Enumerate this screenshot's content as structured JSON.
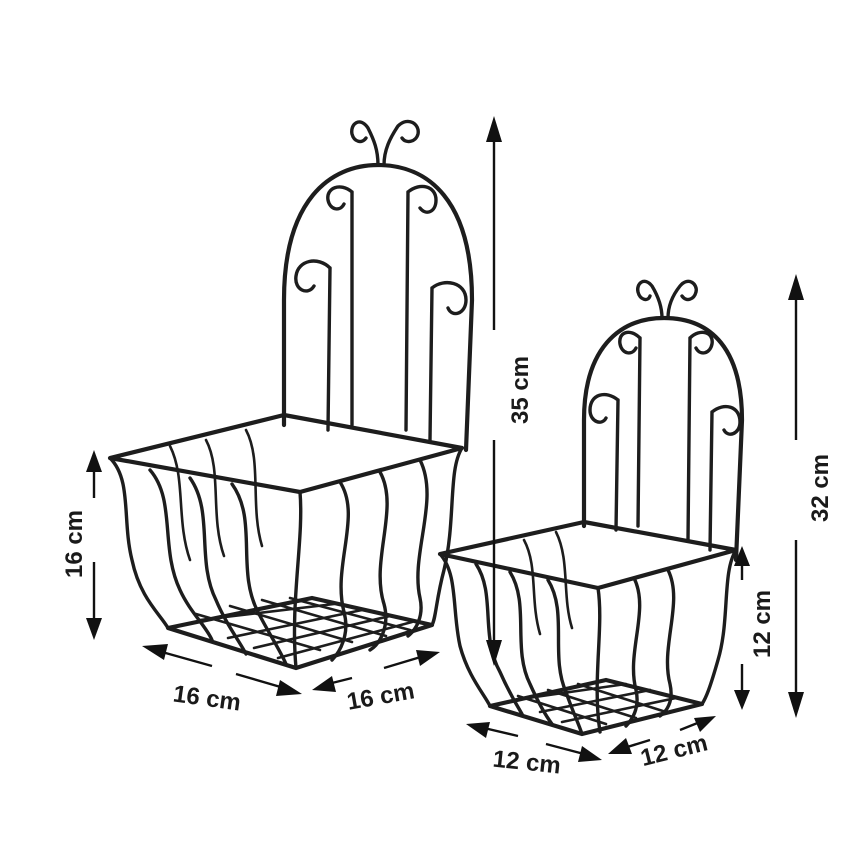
{
  "colors": {
    "background": "#ffffff",
    "wire": "#1d1d1d",
    "dimension": "#111111"
  },
  "large_basket": {
    "height_label": "35 cm",
    "basket_height_label": "16 cm",
    "width_label": "16 cm",
    "depth_label": "16 cm"
  },
  "small_basket": {
    "height_label": "32 cm",
    "basket_height_label": "12 cm",
    "width_label": "12 cm",
    "depth_label": "12 cm"
  }
}
